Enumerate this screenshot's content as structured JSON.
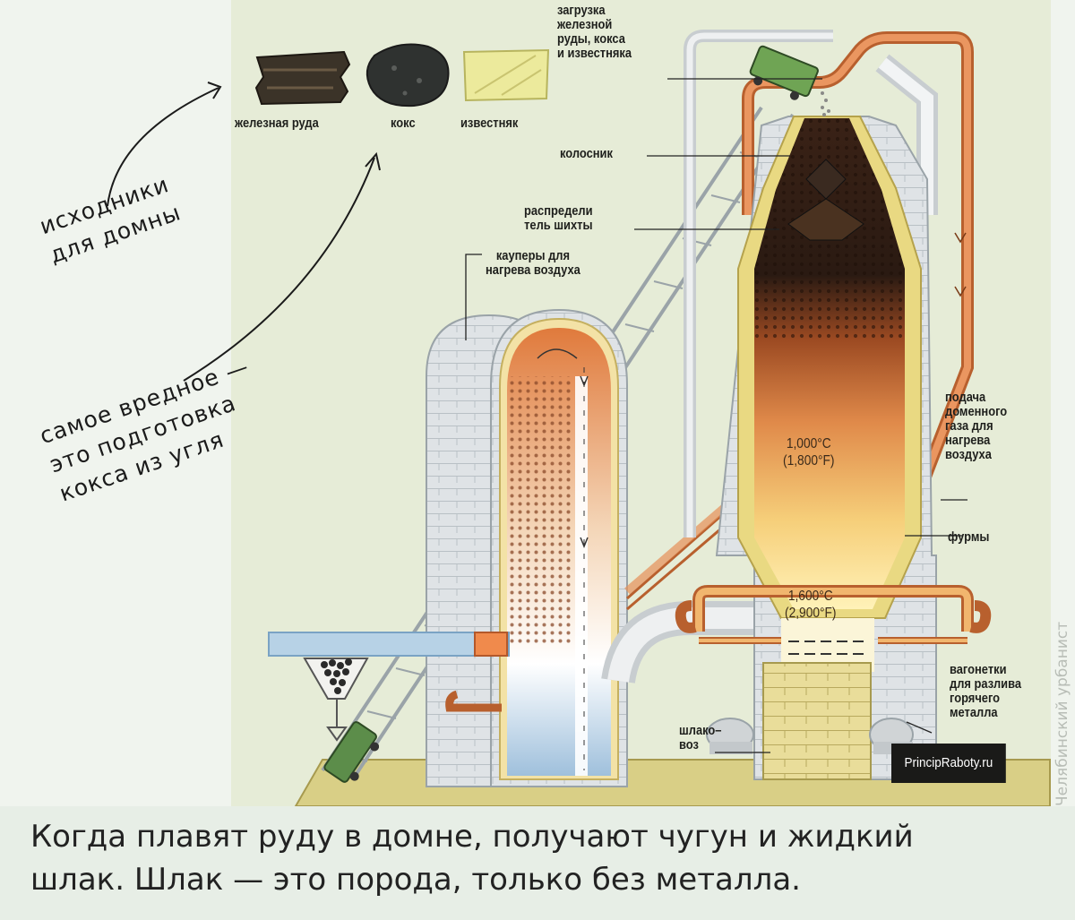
{
  "materials": {
    "iron_ore": "железная руда",
    "coke": "кокс",
    "limestone": "известняк"
  },
  "labels": {
    "loading": "загрузка\nжелезной\nруды, кокса\nи известняка",
    "kolosnik": "колосник",
    "distributor": "распредели\nтель шихты",
    "cowpers": "кауперы для\nнагрева воздуха",
    "gas_supply": "подача\nдоменного\nгаза для\nнагрева\nвоздуха",
    "tuyeres": "фурмы",
    "wagons": "вагонетки\nдля разлива\nгорячего\nметалла",
    "slag_car": "шлако–\nвоз",
    "temp_upper": "1,000°C\n(1,800°F)",
    "temp_lower": "1,600°C\n(2,900°F)"
  },
  "annotations": {
    "raw_materials": "исходники\nдля домны",
    "harmful": "самое вредное —\nэто подготовка\nкокса из угля"
  },
  "badge": "PrincipRaboty.ru",
  "watermark": "Челябинский урбанист",
  "caption": "Когда плавят руду в домне, получают чугун и жидкий\nшлак. Шлак — это порода, только без металла."
}
